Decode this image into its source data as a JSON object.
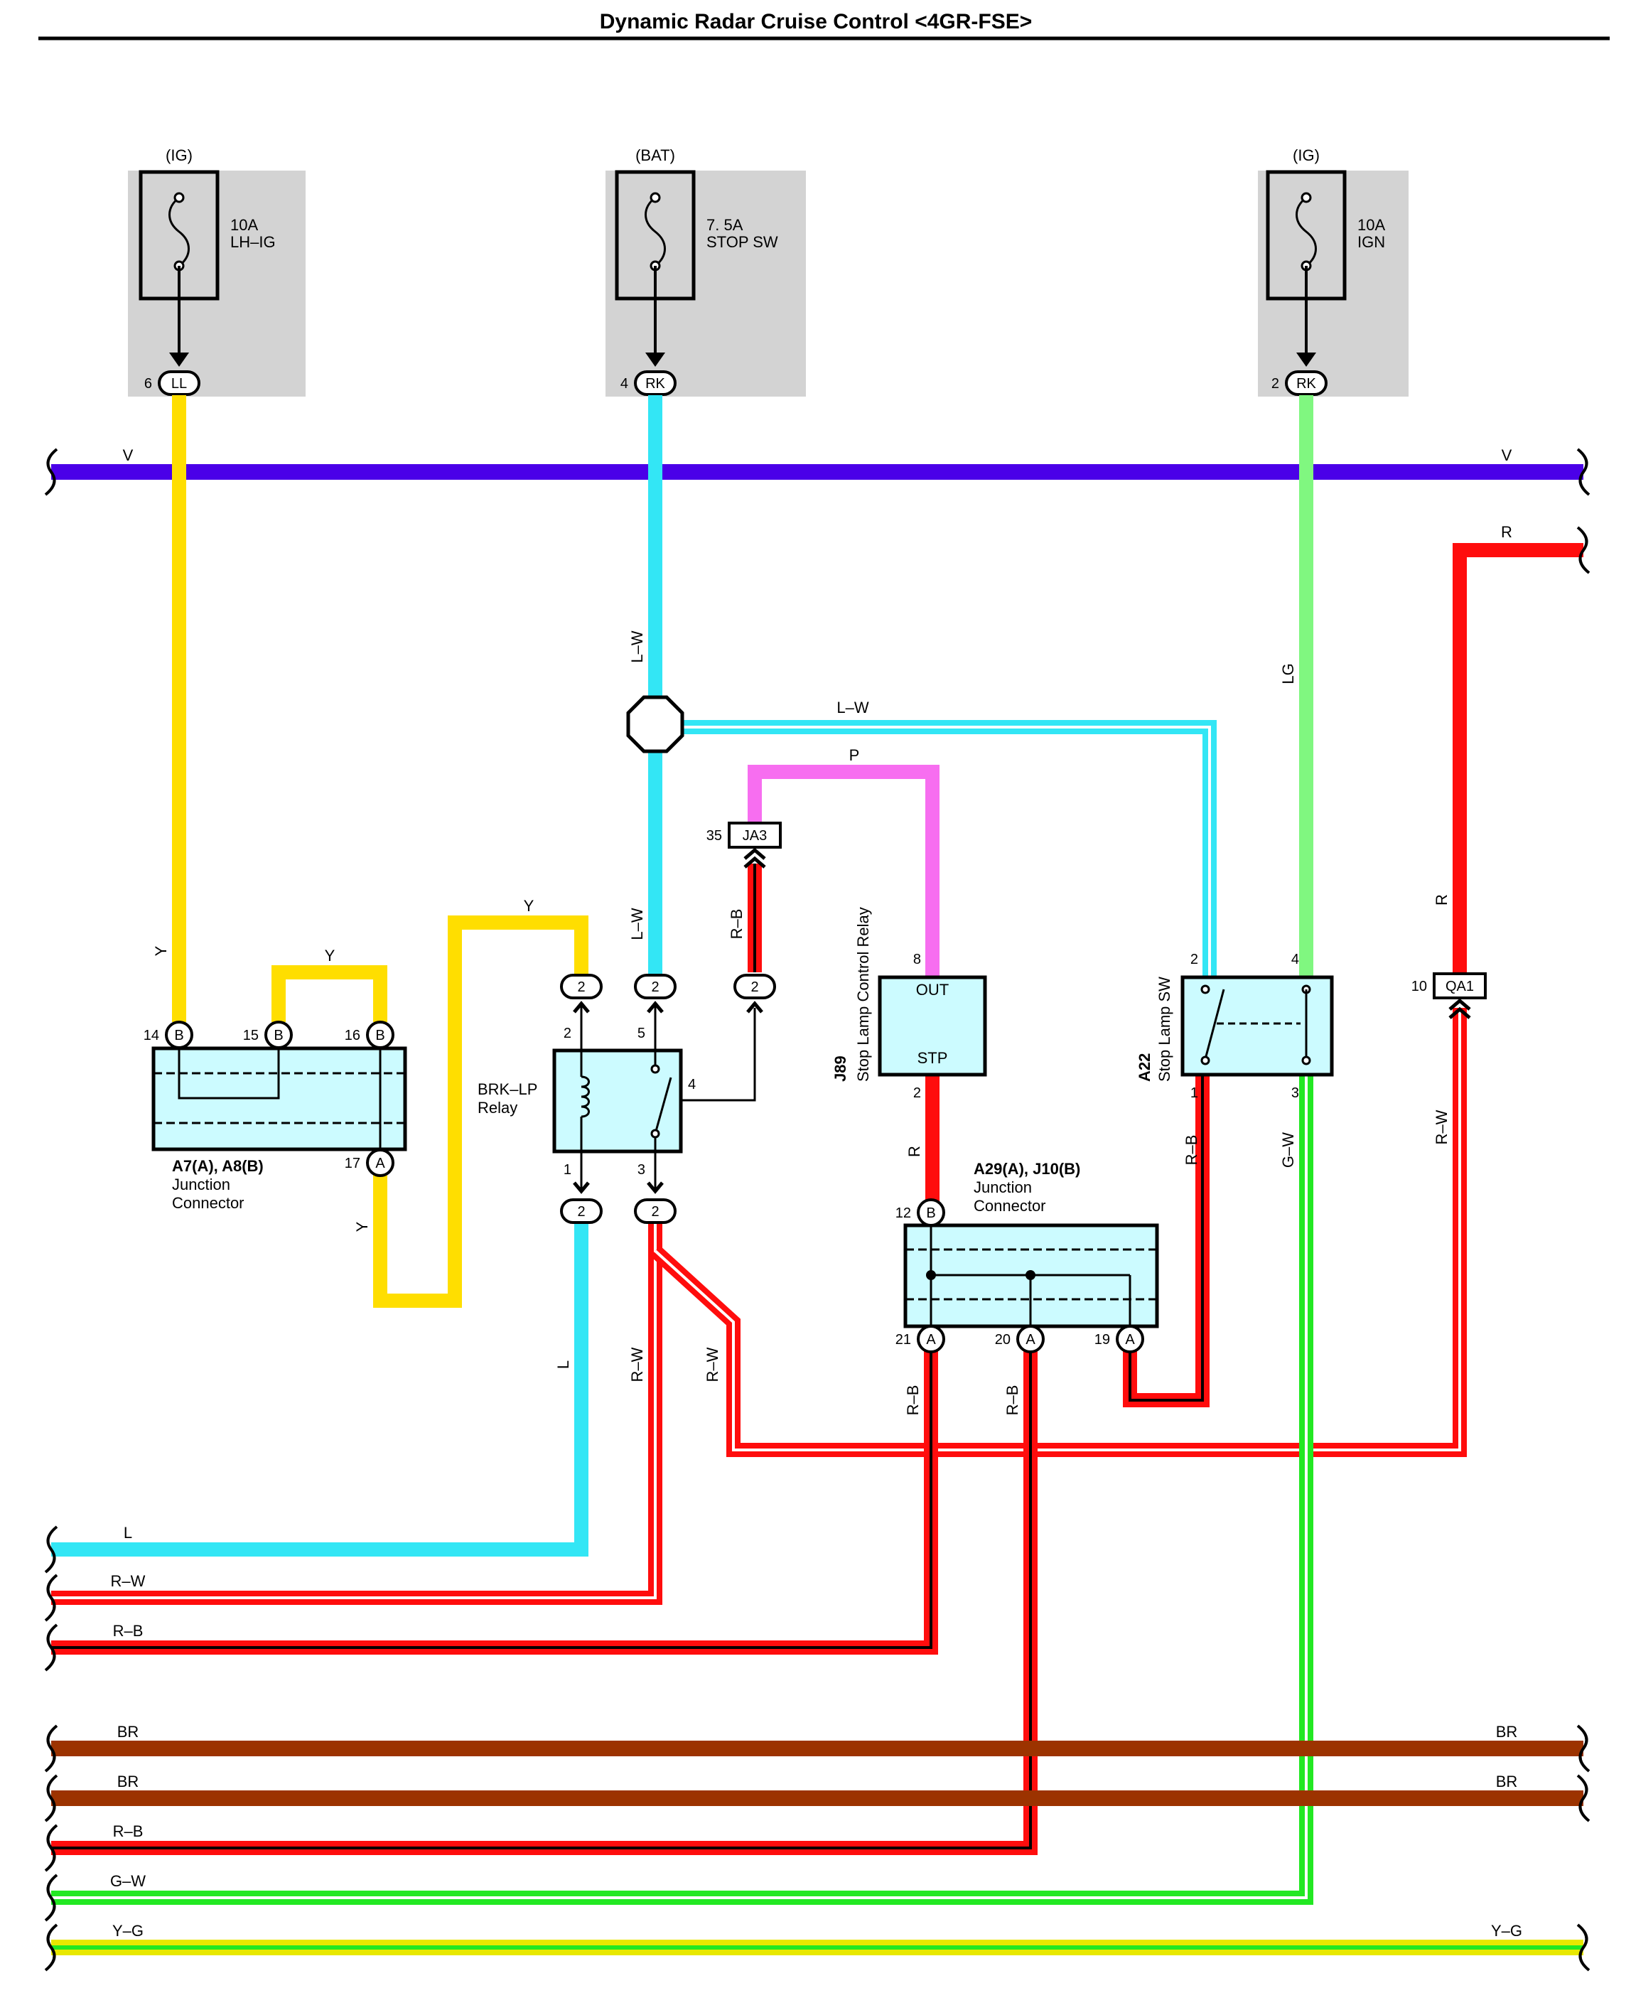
{
  "title": "Dynamic Radar Cruise Control <4GR-FSE>",
  "colors": {
    "V": "#4a00e8",
    "Y": "#ffde00",
    "LW": "#33e6f5",
    "L": "#33e6f5",
    "LG": "#80f780",
    "GW": "#22e822",
    "R": "#ff0d0d",
    "P": "#f76ef0",
    "BR": "#9c3300",
    "YG_y": "#e8e800",
    "YG_g": "#22e822"
  },
  "fuses": [
    {
      "source": "(IG)",
      "rating": "10A",
      "name": "LH–IG",
      "pin": "6",
      "connector": "LL"
    },
    {
      "source": "(BAT)",
      "rating": "7. 5A",
      "name": "STOP SW",
      "pin": "4",
      "connector": "RK"
    },
    {
      "source": "(IG)",
      "rating": "10A",
      "name": "IGN",
      "pin": "2",
      "connector": "RK"
    }
  ],
  "wires": {
    "V": "V",
    "R": "R",
    "LW": "L–W",
    "LG": "LG",
    "P": "P",
    "Y": "Y",
    "RB": "R–B",
    "RW": "R–W",
    "GW": "G–W",
    "L": "L",
    "BR": "BR",
    "YG": "Y–G"
  },
  "pins": {
    "p14": "14",
    "p15": "15",
    "p16": "16",
    "p17": "17",
    "p2": "2",
    "p5": "5",
    "p4": "4",
    "p1": "1",
    "p3": "3",
    "p35": "35",
    "p8": "8",
    "p10": "10",
    "p12": "12",
    "p21": "21",
    "p20": "20",
    "p19": "19"
  },
  "tags": {
    "A": "A",
    "B": "B",
    "n2": "2",
    "JA3": "JA3",
    "QA1": "QA1"
  },
  "components": {
    "jc1": {
      "id": "A7(A), A8(B)",
      "line1": "Junction",
      "line2": "Connector"
    },
    "relay": {
      "line1": "BRK–LP",
      "line2": "Relay"
    },
    "slcr": {
      "id": "J89",
      "name": "Stop Lamp Control Relay",
      "out": "OUT",
      "stp": "STP"
    },
    "stopsw": {
      "id": "A22",
      "name": "Stop Lamp SW"
    },
    "jc2": {
      "id": "A29(A), J10(B)",
      "line1": "Junction",
      "line2": "Connector"
    }
  }
}
